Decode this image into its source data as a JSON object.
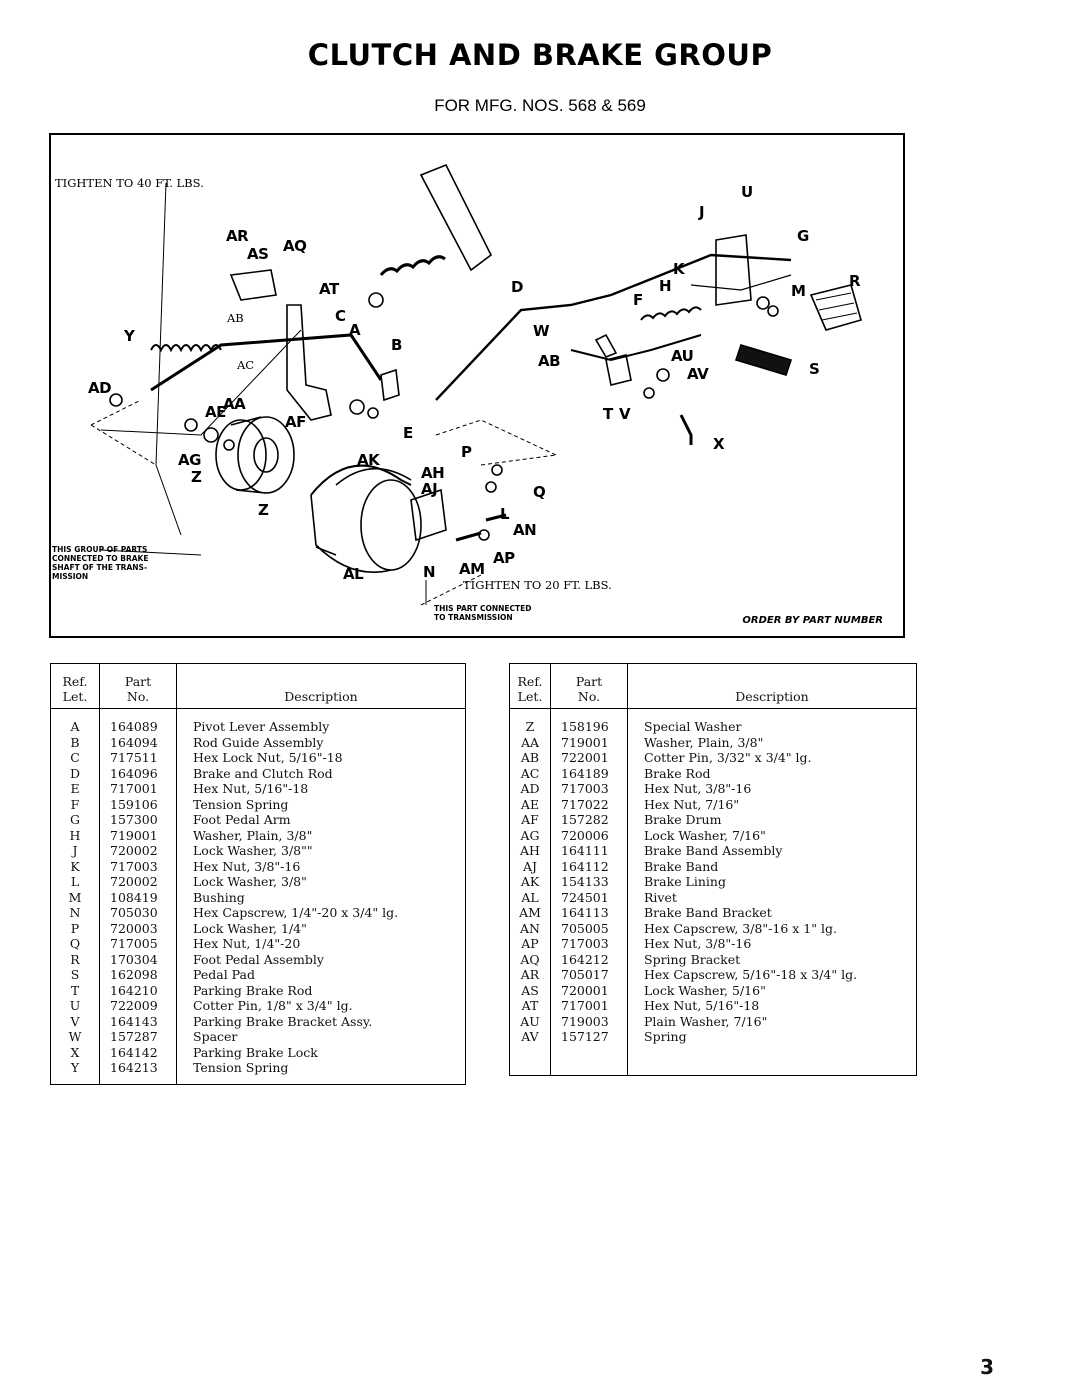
{
  "title": "CLUTCH AND BRAKE GROUP",
  "subtitle": "FOR MFG. NOS. 568 & 569",
  "diagram": {
    "note_top": "TIGHTEN TO 40 FT. LBS.",
    "note_bottom": "TIGHTEN TO 20 FT. LBS.",
    "note_group": "THIS GROUP OF PARTS\nCONNECTED TO BRAKE\nSHAFT OF THE TRANS-\nMISSION",
    "note_transmission": "THIS PART CONNECTED\nTO TRANSMISSION",
    "order_note": "ORDER BY PART NUMBER",
    "callouts": [
      "U",
      "J",
      "G",
      "R",
      "AR",
      "AS",
      "AQ",
      "AT",
      "D",
      "K",
      "H",
      "M",
      "F",
      "C",
      "A",
      "B",
      "Y",
      "AB",
      "AC",
      "W",
      "AB",
      "AU",
      "AV",
      "S",
      "AD",
      "AE",
      "AA",
      "AF",
      "E",
      "T",
      "V",
      "X",
      "AG",
      "AK",
      "P",
      "Z",
      "AH",
      "AJ",
      "Q",
      "Z",
      "L",
      "AN",
      "AP",
      "AL",
      "N",
      "AM"
    ]
  },
  "table_headers": {
    "ref": "Ref.\nLet.",
    "part": "Part\nNo.",
    "desc": "Description"
  },
  "left_table": [
    {
      "ref": "A",
      "part": "164089",
      "desc": "Pivot Lever Assembly"
    },
    {
      "ref": "B",
      "part": "164094",
      "desc": "Rod Guide Assembly"
    },
    {
      "ref": "C",
      "part": "717511",
      "desc": "Hex Lock Nut, 5/16\"-18"
    },
    {
      "ref": "D",
      "part": "164096",
      "desc": "Brake and Clutch Rod"
    },
    {
      "ref": "E",
      "part": "717001",
      "desc": "Hex Nut, 5/16\"-18"
    },
    {
      "ref": "F",
      "part": "159106",
      "desc": "Tension Spring"
    },
    {
      "ref": "G",
      "part": "157300",
      "desc": "Foot Pedal Arm"
    },
    {
      "ref": "H",
      "part": "719001",
      "desc": "Washer, Plain, 3/8\""
    },
    {
      "ref": "J",
      "part": "720002",
      "desc": "Lock Washer, 3/8\"\""
    },
    {
      "ref": "K",
      "part": "717003",
      "desc": "Hex Nut, 3/8\"-16"
    },
    {
      "ref": "L",
      "part": "720002",
      "desc": "Lock Washer, 3/8\""
    },
    {
      "ref": "M",
      "part": "108419",
      "desc": "Bushing"
    },
    {
      "ref": "N",
      "part": "705030",
      "desc": "Hex Capscrew, 1/4\"-20 x 3/4\" lg."
    },
    {
      "ref": "P",
      "part": "720003",
      "desc": "Lock Washer, 1/4\""
    },
    {
      "ref": "Q",
      "part": "717005",
      "desc": "Hex Nut, 1/4\"-20"
    },
    {
      "ref": "R",
      "part": "170304",
      "desc": "Foot Pedal Assembly"
    },
    {
      "ref": "S",
      "part": "162098",
      "desc": "Pedal Pad"
    },
    {
      "ref": "T",
      "part": "164210",
      "desc": "Parking Brake Rod"
    },
    {
      "ref": "U",
      "part": "722009",
      "desc": "Cotter Pin, 1/8\" x 3/4\" lg."
    },
    {
      "ref": "V",
      "part": "164143",
      "desc": "Parking Brake Bracket Assy."
    },
    {
      "ref": "W",
      "part": "157287",
      "desc": "Spacer"
    },
    {
      "ref": "X",
      "part": "164142",
      "desc": "Parking Brake Lock"
    },
    {
      "ref": "Y",
      "part": "164213",
      "desc": "Tension Spring"
    }
  ],
  "right_table": [
    {
      "ref": "Z",
      "part": "158196",
      "desc": "Special Washer"
    },
    {
      "ref": "AA",
      "part": "719001",
      "desc": "Washer, Plain, 3/8\""
    },
    {
      "ref": "AB",
      "part": "722001",
      "desc": "Cotter Pin, 3/32\" x 3/4\" lg."
    },
    {
      "ref": "AC",
      "part": "164189",
      "desc": "Brake Rod"
    },
    {
      "ref": "AD",
      "part": "717003",
      "desc": "Hex Nut, 3/8\"-16"
    },
    {
      "ref": "AE",
      "part": "717022",
      "desc": "Hex Nut, 7/16\""
    },
    {
      "ref": "AF",
      "part": "157282",
      "desc": "Brake Drum"
    },
    {
      "ref": "AG",
      "part": "720006",
      "desc": "Lock Washer, 7/16\""
    },
    {
      "ref": "AH",
      "part": "164111",
      "desc": "Brake Band Assembly"
    },
    {
      "ref": "AJ",
      "part": "164112",
      "desc": "Brake Band"
    },
    {
      "ref": "AK",
      "part": "154133",
      "desc": "Brake Lining"
    },
    {
      "ref": "AL",
      "part": "724501",
      "desc": "Rivet"
    },
    {
      "ref": "AM",
      "part": "164113",
      "desc": "Brake Band Bracket"
    },
    {
      "ref": "AN",
      "part": "705005",
      "desc": "Hex Capscrew, 3/8\"-16 x 1\" lg."
    },
    {
      "ref": "AP",
      "part": "717003",
      "desc": "Hex Nut, 3/8\"-16"
    },
    {
      "ref": "AQ",
      "part": "164212",
      "desc": "Spring Bracket"
    },
    {
      "ref": "AR",
      "part": "705017",
      "desc": "Hex Capscrew, 5/16\"-18 x 3/4\" lg."
    },
    {
      "ref": "AS",
      "part": "720001",
      "desc": "Lock Washer, 5/16\""
    },
    {
      "ref": "AT",
      "part": "717001",
      "desc": "Hex Nut, 5/16\"-18"
    },
    {
      "ref": "AU",
      "part": "719003",
      "desc": "Plain Washer, 7/16\""
    },
    {
      "ref": "AV",
      "part": "157127",
      "desc": "Spring"
    }
  ],
  "page_number": "3"
}
